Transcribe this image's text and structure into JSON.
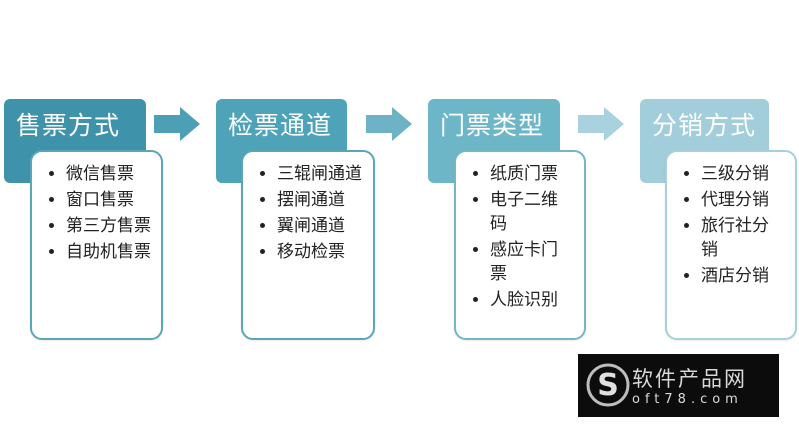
{
  "columns": [
    {
      "title": "售票方式",
      "color": "#3e93ab",
      "items": [
        "微信售票",
        "窗口售票",
        "第三方售票",
        "自助机售票"
      ]
    },
    {
      "title": "检票通道",
      "color": "#4ea3b9",
      "items": [
        "三辊闸通道",
        "摆闸通道",
        "翼闸通道",
        "移动检票"
      ]
    },
    {
      "title": "门票类型",
      "color": "#6db6c8",
      "items": [
        "纸质门票",
        "电子二维码",
        "感应卡门票",
        "人脸识别"
      ]
    },
    {
      "title": "分销方式",
      "color": "#a2cdda",
      "items": [
        "三级分销",
        "代理分销",
        "旅行社分销",
        "酒店分销"
      ]
    }
  ],
  "watermark": {
    "letter": "S",
    "cn": "软件产品网",
    "en": "oft78.com"
  },
  "arrow_colors": [
    "#4d9fb6",
    "#6db3c5",
    "#a7d2de"
  ]
}
